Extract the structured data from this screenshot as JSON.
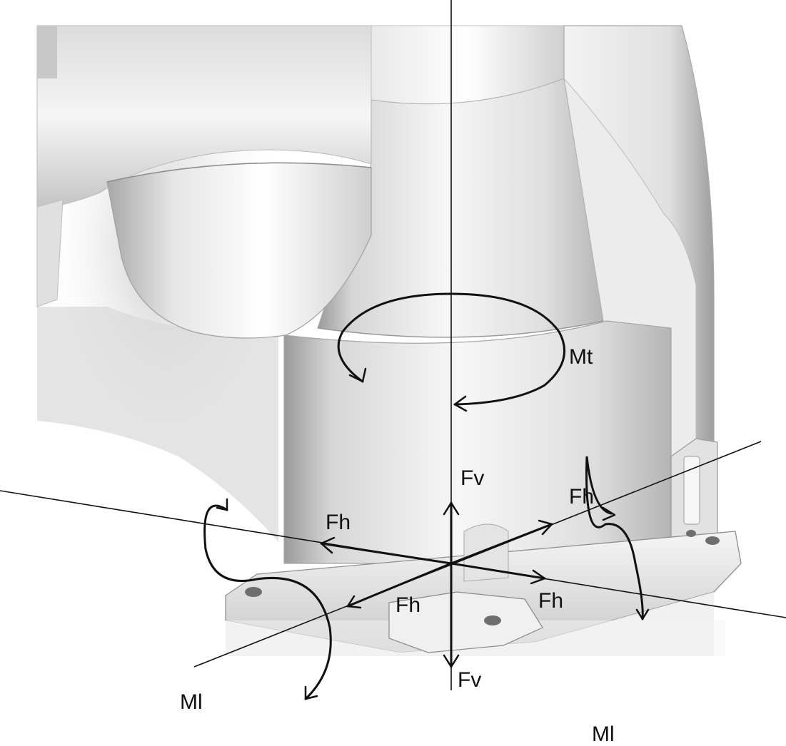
{
  "labels": {
    "moment_torsion": "Mt",
    "force_vertical": "Fv",
    "force_horizontal": "Fh",
    "moment_tilting": "Ml"
  },
  "colors": {
    "background": "#ffffff",
    "body_light": "#f2f2f2",
    "body_mid": "#cfcfcf",
    "body_dark": "#8a8a8a",
    "lines": "#111111"
  }
}
